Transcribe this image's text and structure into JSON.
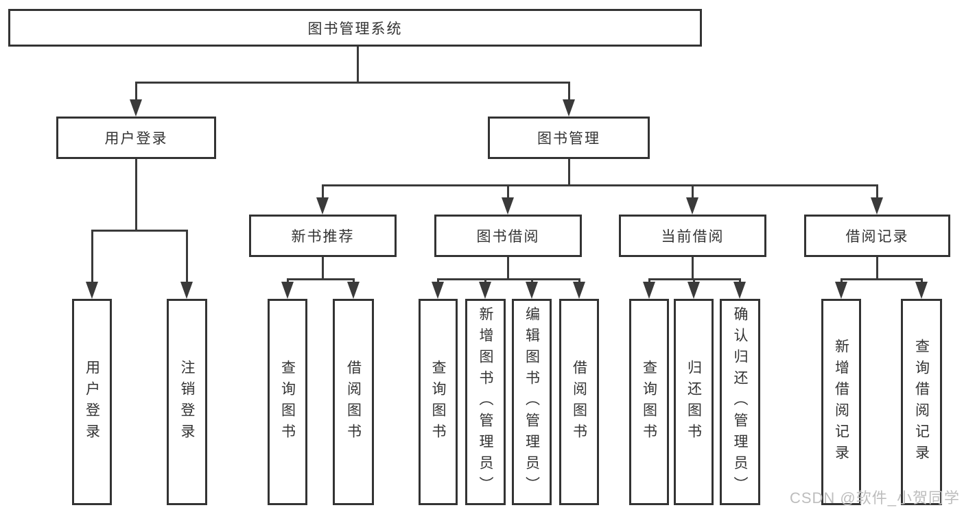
{
  "diagram": {
    "root": {
      "label": "图书管理系统"
    },
    "branches": [
      {
        "label": "用户登录",
        "children": [
          {
            "label": "用户登录"
          },
          {
            "label": "注销登录"
          }
        ]
      },
      {
        "label": "图书管理",
        "children": [
          {
            "label": "新书推荐",
            "children": [
              {
                "label": "查询图书"
              },
              {
                "label": "借阅图书"
              }
            ]
          },
          {
            "label": "图书借阅",
            "children": [
              {
                "label": "查询图书"
              },
              {
                "label": "新增图书（管理员）"
              },
              {
                "label": "编辑图书（管理员）"
              },
              {
                "label": "借阅图书"
              }
            ]
          },
          {
            "label": "当前借阅",
            "children": [
              {
                "label": "查询图书"
              },
              {
                "label": "归还图书"
              },
              {
                "label": "确认归还（管理员）"
              }
            ]
          },
          {
            "label": "借阅记录",
            "children": [
              {
                "label": "新增借阅记录"
              },
              {
                "label": "查询借阅记录"
              }
            ]
          }
        ]
      }
    ]
  },
  "watermark": {
    "text": "CSDN @软件_小贺同学"
  },
  "colors": {
    "line": "#3a3a3a",
    "border": "#333333",
    "text": "#333333",
    "watermark": "#bdbdbd",
    "background": "#ffffff"
  }
}
